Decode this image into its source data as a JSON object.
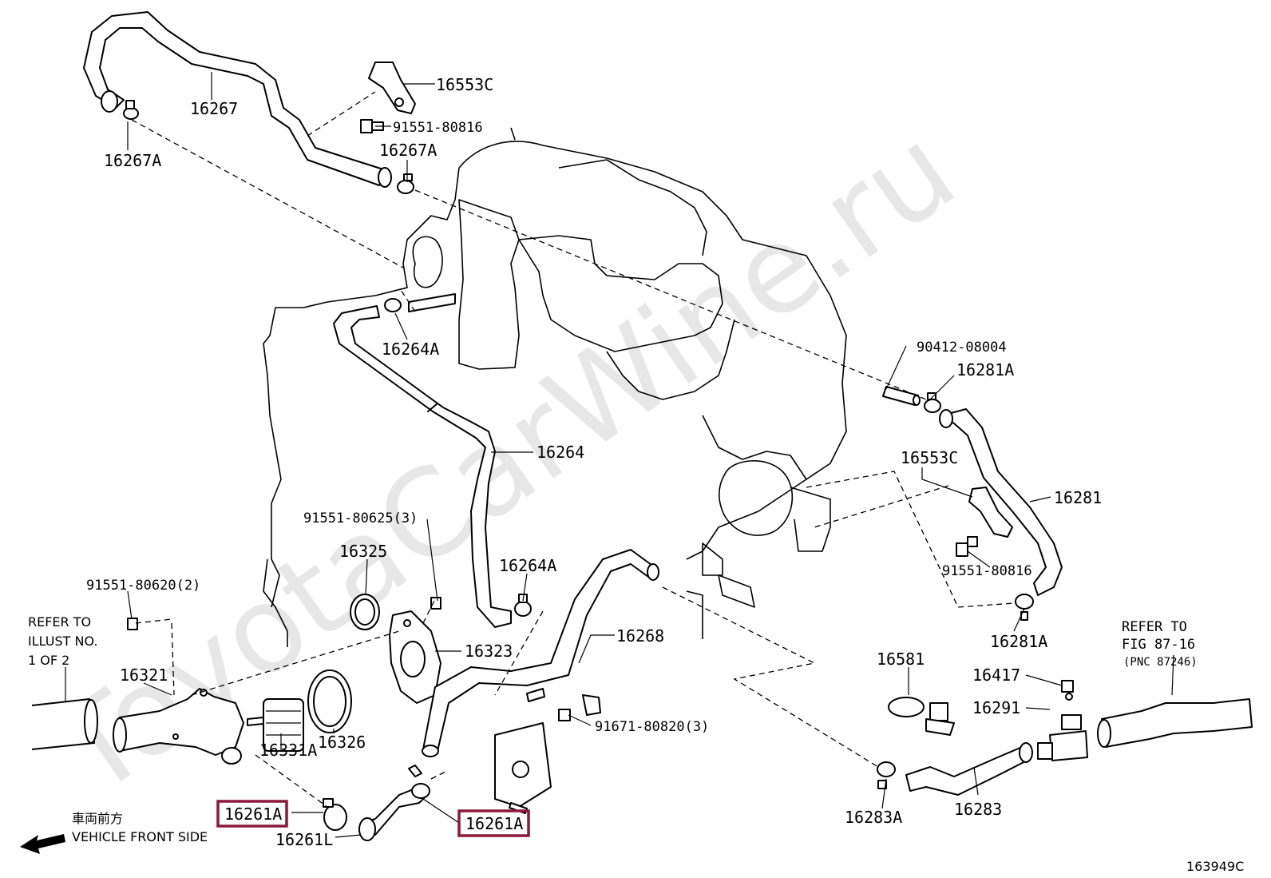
{
  "watermark": "ToyotaCarWine.ru",
  "highlight_color": "#8b1a3a",
  "labels": {
    "p16267": "16267",
    "p16267A_1": "16267A",
    "p16553C_1": "16553C",
    "p91551_80816_1": "91551-80816",
    "p16267A_2": "16267A",
    "p16264A_1": "16264A",
    "p90412_08004": "90412-08004",
    "p16281A_1": "16281A",
    "p16264": "16264",
    "p16553C_2": "16553C",
    "p16281": "16281",
    "p91551_80625": "91551-80625(3)",
    "p16325": "16325",
    "p16264A_2": "16264A",
    "p91551_80816_2": "91551-80816",
    "p91551_80620": "91551-80620(2)",
    "p16281A_2": "16281A",
    "p16268": "16268",
    "p16323": "16323",
    "p16321": "16321",
    "p16581": "16581",
    "p16417": "16417",
    "p16291": "16291",
    "p91671_80820": "91671-80820(3)",
    "p16331A": "16331A",
    "p16326": "16326",
    "p16283A": "16283A",
    "p16283": "16283",
    "p16261A_1": "16261A",
    "p16261A_2": "16261A",
    "p16261L": "16261L"
  },
  "refer_left": [
    "REFER TO",
    "ILLUST NO.",
    "1 OF 2"
  ],
  "refer_right": [
    "REFER TO",
    "FIG 87-16",
    "(PNC 87246)"
  ],
  "front_side_jp": "車両前方",
  "front_side_en": "VEHICLE FRONT SIDE",
  "diagram_id": "163949C"
}
